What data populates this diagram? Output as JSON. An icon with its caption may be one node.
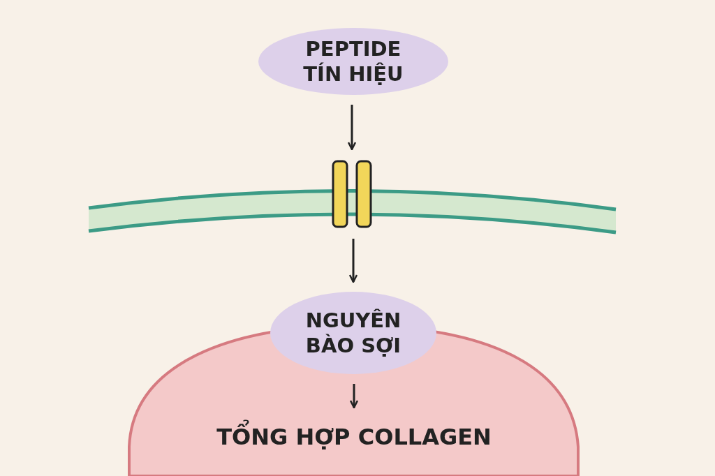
{
  "diagram": {
    "nodes": [
      {
        "text": [
          "PEPTIDE TÍN HIỆU"
        ]
      },
      {
        "text": [],
        "shape": "bar"
      },
      {
        "text": [
          "NGUYÊN BÀO SỢI"
        ]
      },
      {
        "text": [
          "TỔNG HỢP COLLAGEN"
        ]
      }
    ],
    "edges": [
      {
        "from": 0,
        "to": 1,
        "arrow": "to"
      },
      {
        "from": 1,
        "to": 2,
        "arrow": "to"
      },
      {
        "from": 2,
        "to": 3,
        "arrow": "to"
      }
    ]
  }
}
